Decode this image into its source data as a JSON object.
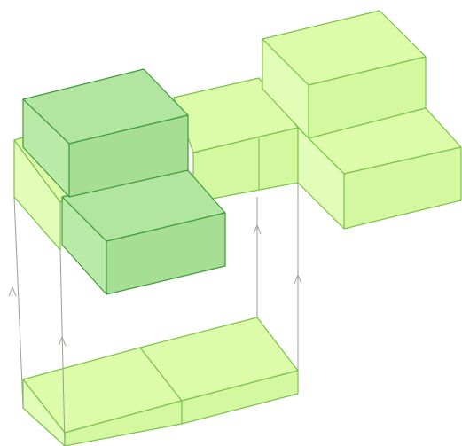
{
  "colors": {
    "background": "#ffffff",
    "light_block": {
      "top": "#dcfcaa",
      "front": "#d4f8a0",
      "side": "#e2fdb8",
      "outline": "#7cc24a"
    },
    "dark_block": {
      "top": "#b2e5a0",
      "front": "#a6de93",
      "side": "#baeaa8",
      "outline": "#3f9c3a"
    },
    "guide_line": "#9aa096"
  },
  "diagram": {
    "description_type": "isometric cube assembly with projection guides",
    "light_cube_count": 7,
    "dark_cube_count": 2,
    "guide_line_count": 4,
    "arrow_direction": "up"
  }
}
